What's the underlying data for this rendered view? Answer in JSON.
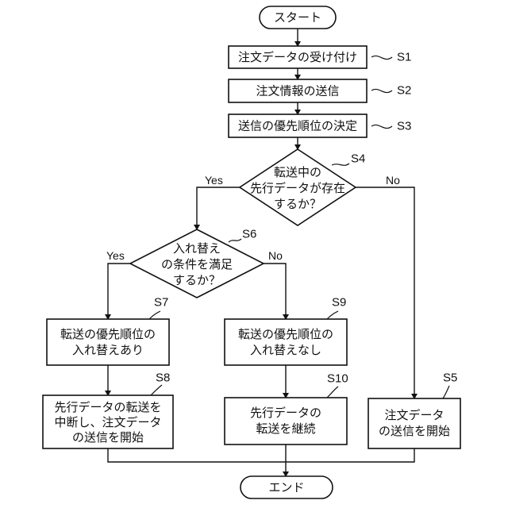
{
  "terminals": {
    "start": "スタート",
    "end": "エンド"
  },
  "steps": {
    "s1": {
      "code": "S1",
      "label": "注文データの受け付け"
    },
    "s2": {
      "code": "S2",
      "label": "注文情報の送信"
    },
    "s3": {
      "code": "S3",
      "label": "送信の優先順位の決定"
    },
    "s4": {
      "code": "S4",
      "lines": [
        "転送中の",
        "先行データが存在",
        "するか？"
      ]
    },
    "s5": {
      "code": "S5",
      "lines": [
        "注文データ",
        "の送信を開始"
      ]
    },
    "s6": {
      "code": "S6",
      "lines": [
        "入れ替え",
        "の条件を満足",
        "するか？"
      ]
    },
    "s7": {
      "code": "S7",
      "lines": [
        "転送の優先順位の",
        "入れ替えあり"
      ]
    },
    "s8": {
      "code": "S8",
      "lines": [
        "先行データの転送を",
        "中断し、注文データ",
        "の送信を開始"
      ]
    },
    "s9": {
      "code": "S9",
      "lines": [
        "転送の優先順位の",
        "入れ替えなし"
      ]
    },
    "s10": {
      "code": "S10",
      "lines": [
        "先行データの",
        "転送を継続"
      ]
    }
  },
  "branches": {
    "yes": "Yes",
    "no": "No"
  }
}
